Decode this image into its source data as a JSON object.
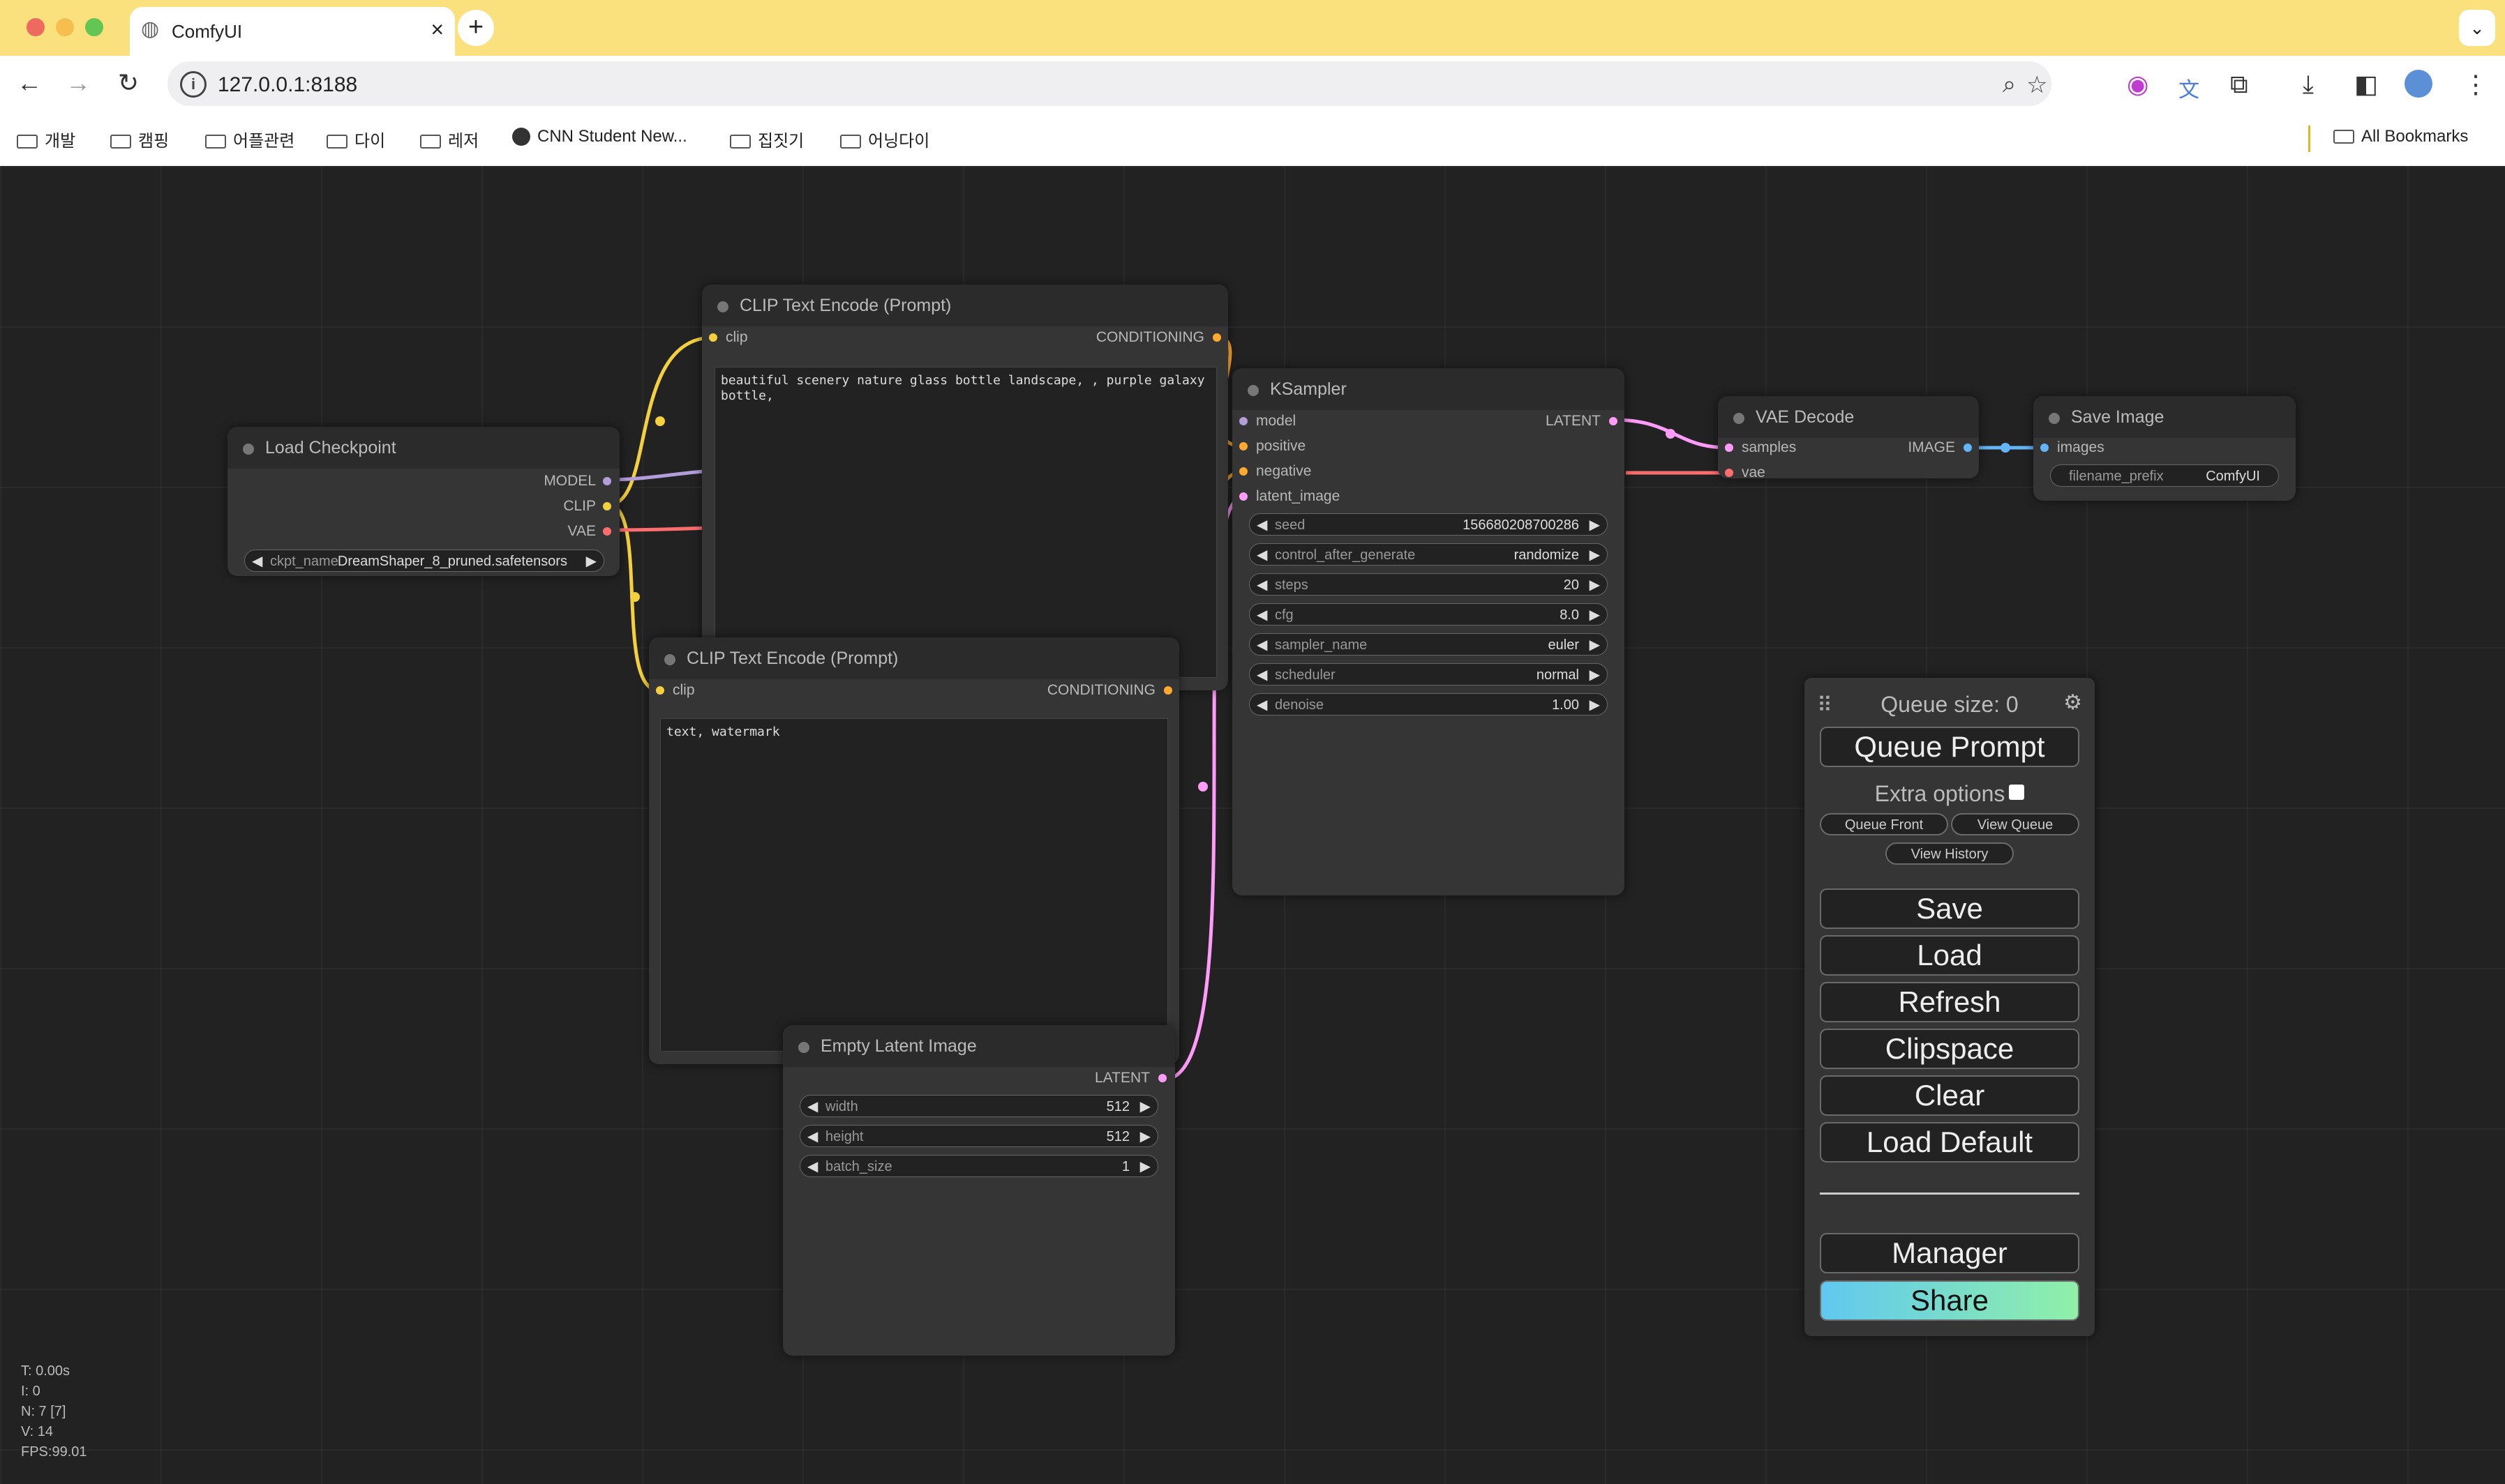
{
  "browser": {
    "tab_title": "ComfyUI",
    "new_tab_icon": "+",
    "url": "127.0.0.1:8188",
    "bookmarks": [
      "개발",
      "캠핑",
      "어플관련",
      "다이",
      "레저",
      "CNN Student New...",
      "집짓기",
      "어닝다이"
    ],
    "all_bookmarks": "All Bookmarks"
  },
  "nodes": {
    "load_checkpoint": {
      "title": "Load Checkpoint",
      "outputs": [
        "MODEL",
        "CLIP",
        "VAE"
      ],
      "widget": {
        "label": "ckpt_name",
        "value": "DreamShaper_8_pruned.safetensors"
      }
    },
    "clip_positive": {
      "title": "CLIP Text Encode (Prompt)",
      "input": "clip",
      "output": "CONDITIONING",
      "text": "beautiful scenery nature glass bottle landscape, , purple galaxy bottle,"
    },
    "clip_negative": {
      "title": "CLIP Text Encode (Prompt)",
      "input": "clip",
      "output": "CONDITIONING",
      "text": "text, watermark"
    },
    "ksampler": {
      "title": "KSampler",
      "inputs": [
        "model",
        "positive",
        "negative",
        "latent_image"
      ],
      "output": "LATENT",
      "widgets": [
        {
          "label": "seed",
          "value": "156680208700286"
        },
        {
          "label": "control_after_generate",
          "value": "randomize"
        },
        {
          "label": "steps",
          "value": "20"
        },
        {
          "label": "cfg",
          "value": "8.0"
        },
        {
          "label": "sampler_name",
          "value": "euler"
        },
        {
          "label": "scheduler",
          "value": "normal"
        },
        {
          "label": "denoise",
          "value": "1.00"
        }
      ]
    },
    "empty_latent": {
      "title": "Empty Latent Image",
      "output": "LATENT",
      "widgets": [
        {
          "label": "width",
          "value": "512"
        },
        {
          "label": "height",
          "value": "512"
        },
        {
          "label": "batch_size",
          "value": "1"
        }
      ]
    },
    "vae_decode": {
      "title": "VAE Decode",
      "inputs": [
        "samples",
        "vae"
      ],
      "output": "IMAGE"
    },
    "save_image": {
      "title": "Save Image",
      "input": "images",
      "widget": {
        "label": "filename_prefix",
        "value": "ComfyUI"
      }
    }
  },
  "menu": {
    "queue_size": "Queue size: 0",
    "queue_prompt": "Queue Prompt",
    "extra_options": "Extra options",
    "queue_front": "Queue Front",
    "view_queue": "View Queue",
    "view_history": "View History",
    "save": "Save",
    "load": "Load",
    "refresh": "Refresh",
    "clipspace": "Clipspace",
    "clear": "Clear",
    "load_default": "Load Default",
    "manager": "Manager",
    "share": "Share"
  },
  "stats": {
    "t": "T: 0.00s",
    "i": "I: 0",
    "n": "N: 7 [7]",
    "v": "V: 14",
    "fps": "FPS:99.01"
  },
  "colors": {
    "clip": "#f4d03f",
    "model": "#b39ddb",
    "vae": "#ff6e6e",
    "latent": "#ff9cf9",
    "image": "#64b5f6",
    "conditioning": "#ffa931"
  }
}
